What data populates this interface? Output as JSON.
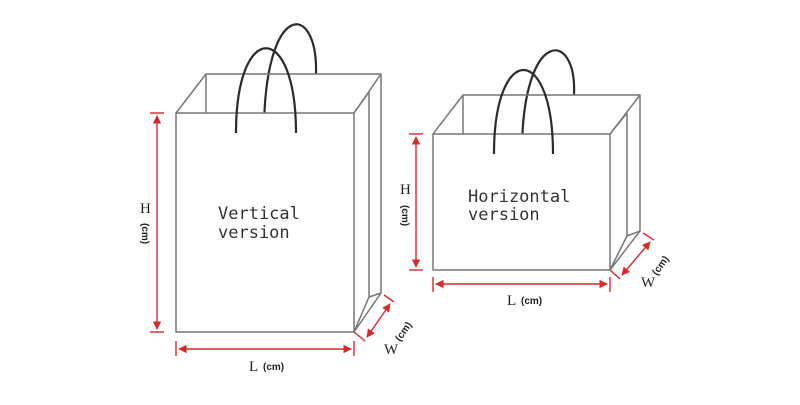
{
  "colors": {
    "bag_outline": "#777777",
    "handle": "#2b2b2b",
    "dimension_line": "#d42a2a",
    "label_text": "#222222"
  },
  "vertical_bag": {
    "title_line1": "Vertical",
    "title_line2": "version",
    "height_letter": "H",
    "height_unit": "(cm)",
    "length_letter": "L",
    "length_unit": "(cm)",
    "width_letter": "W",
    "width_unit": "(cm)"
  },
  "horizontal_bag": {
    "title_line1": "Horizontal",
    "title_line2": "version",
    "height_letter": "H",
    "height_unit": "(cm)",
    "length_letter": "L",
    "length_unit": "(cm)",
    "width_letter": "W",
    "width_unit": "(cm)"
  }
}
